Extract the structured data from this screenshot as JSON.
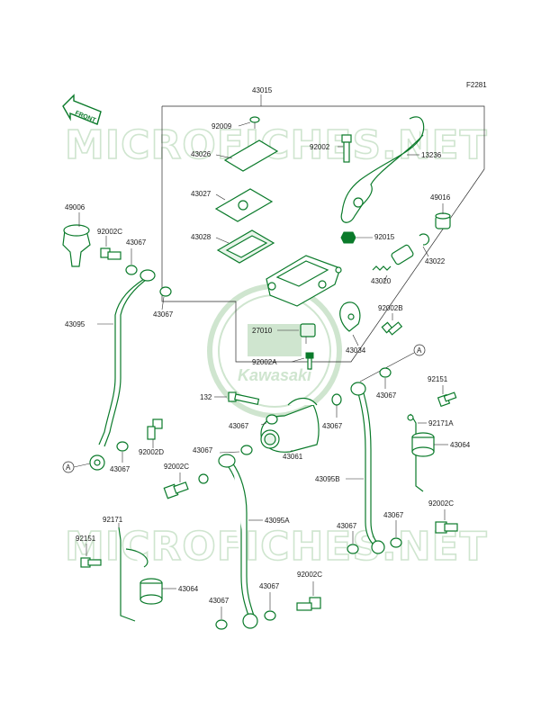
{
  "figure_code": "F2281",
  "front_label": "FRONT",
  "watermark_text": "MICROFICHES.NET",
  "logo_text": "Kawasaki",
  "colors": {
    "part_line": "#0a7a2a",
    "watermark": "#cfe5cf",
    "label": "#1a1a1a"
  },
  "labels": {
    "p43015": "43015",
    "p92009": "92009",
    "p92002a": "92002",
    "p13236": "13236",
    "p43026": "43026",
    "p43027": "43027",
    "p43028": "43028",
    "p49016": "49016",
    "p92015": "92015",
    "p43022": "43022",
    "p43020": "43020",
    "p92002b": "92002B",
    "p27010": "27010",
    "p92002A": "92002A",
    "p43034": "43034",
    "p49006": "49006",
    "p92002c1": "92002C",
    "p43067_1": "43067",
    "p43095": "43095",
    "p43067_2": "43067",
    "pA1": "A",
    "p43067_3": "43067",
    "p92002d": "92002D",
    "p132": "132",
    "p43067_4": "43067",
    "p43067_5": "43067",
    "p92002c2": "92002C",
    "p43061": "43061",
    "p43067_6": "43067",
    "pA2": "A",
    "p43067_7": "43067",
    "p92151_1": "92151",
    "p92171a": "92171A",
    "p43064_1": "43064",
    "p43095b": "43095B",
    "p43095a": "43095A",
    "p92002c3": "92002C",
    "p43067_8": "43067",
    "p43067_9": "43067",
    "p92171": "92171",
    "p92151_2": "92151",
    "p43064_2": "43064",
    "p43067_10": "43067",
    "p43067_11": "43067",
    "p92002c4": "92002C"
  }
}
